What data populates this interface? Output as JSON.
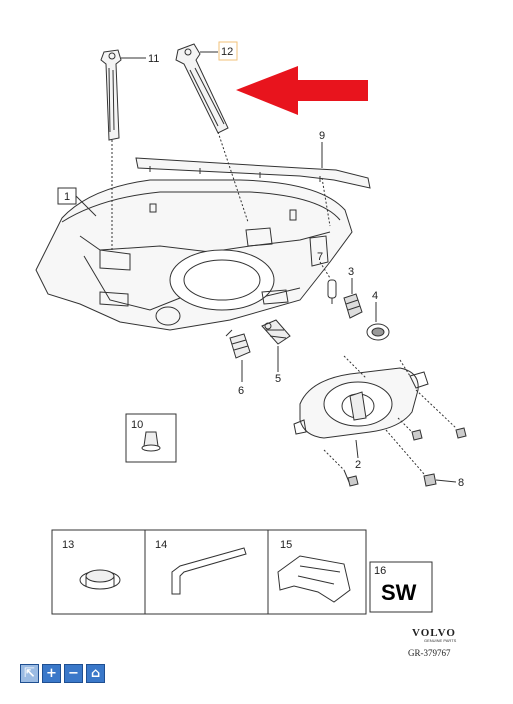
{
  "callouts": {
    "c1": "1",
    "c2": "2",
    "c3": "3",
    "c4": "4",
    "c5": "5",
    "c6": "6",
    "c7": "7",
    "c8": "8",
    "c9": "9",
    "c10": "10",
    "c11": "11",
    "c12": "12",
    "c13": "13",
    "c14": "14",
    "c15": "15",
    "c16": "16"
  },
  "sw_label": "SW",
  "brand": {
    "name": "VOLVO",
    "subtitle": "GENUINE PARTS",
    "reference": "GR-379767"
  },
  "toolbar": {
    "icons": [
      "pointer-icon",
      "zoom-in-icon",
      "zoom-out-icon",
      "home-icon"
    ],
    "glyphs": {
      "pointer": "⇱",
      "zoom_in": "+",
      "zoom_out": "−",
      "home": "⌂"
    }
  },
  "colors": {
    "arrow": "#e8141d",
    "highlight": "#f2c27a",
    "toolbar": "#3a78c9"
  }
}
